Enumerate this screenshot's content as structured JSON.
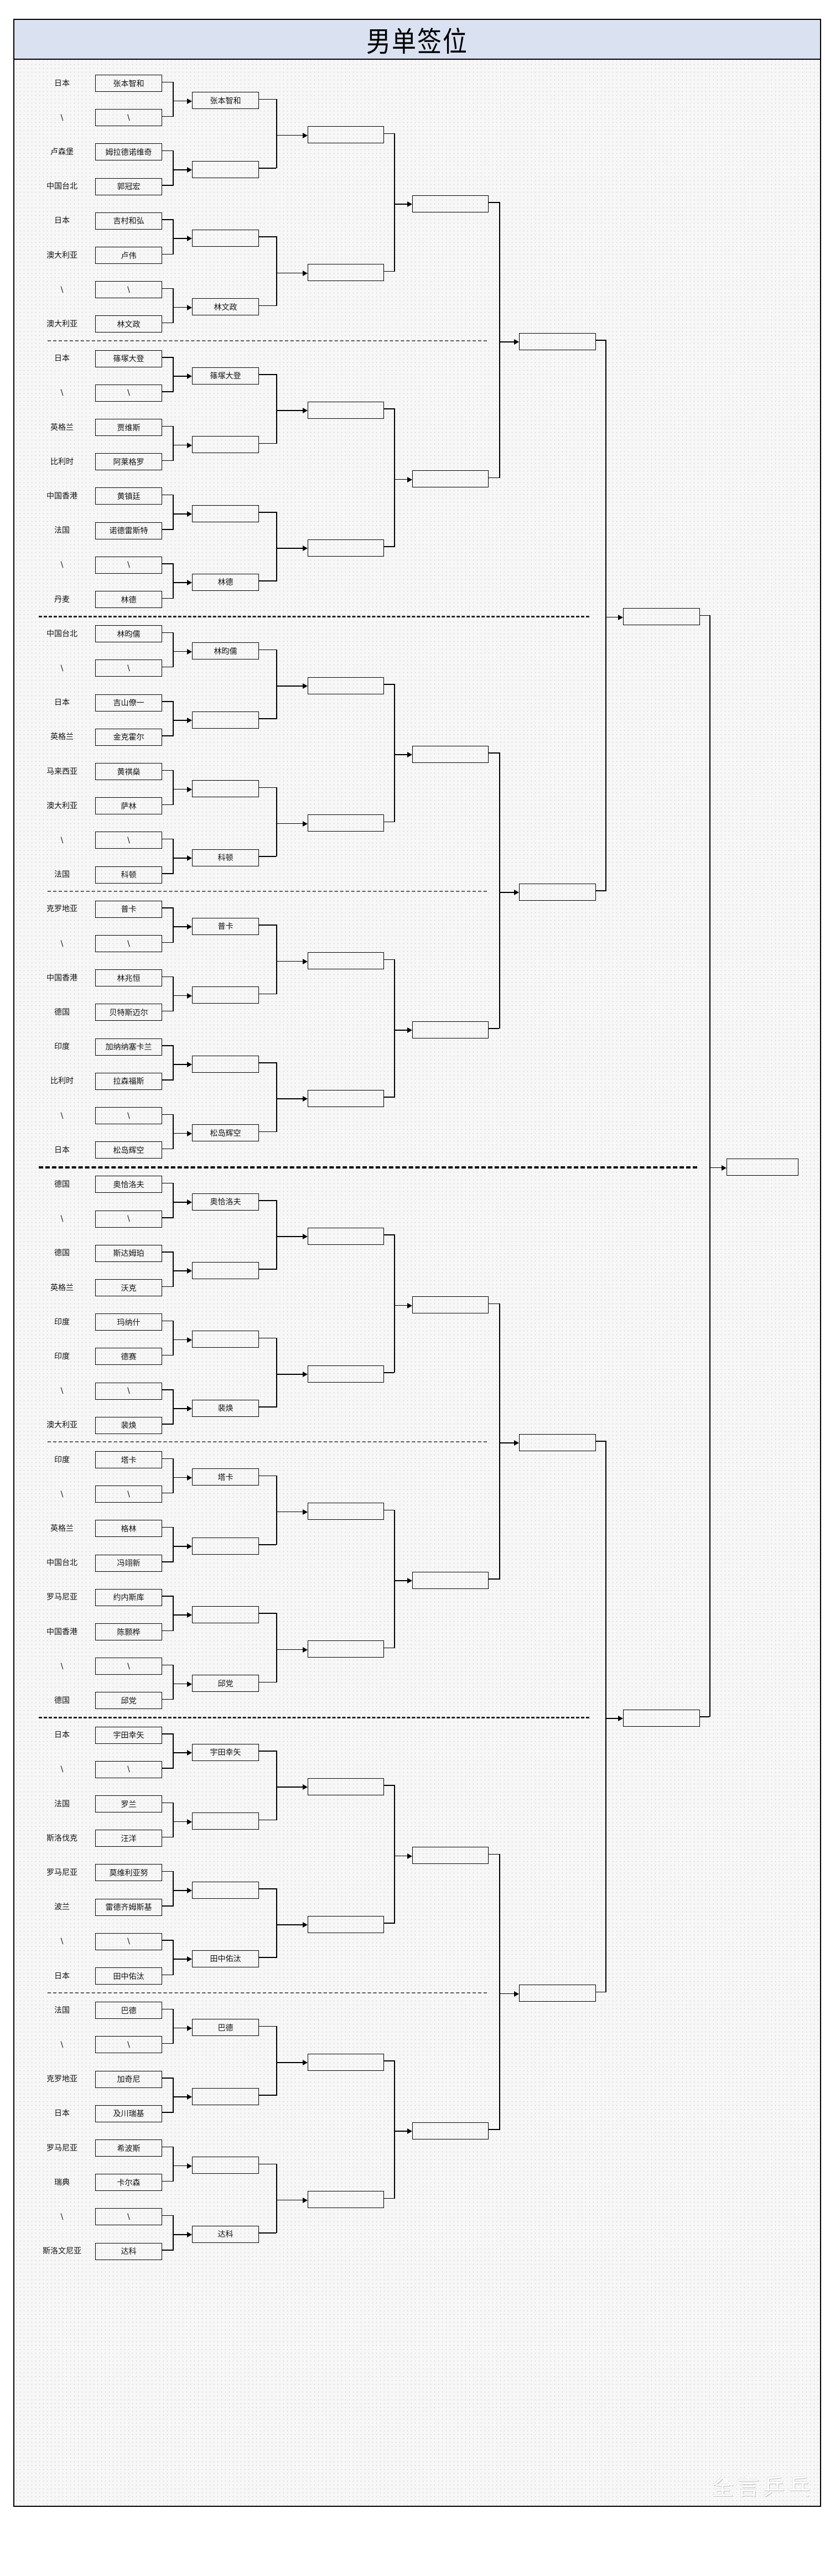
{
  "title": "男单签位",
  "watermark": "全言乒乓",
  "bye_mark": "\\",
  "rounds": {
    "r1": [
      {
        "country": "日本",
        "player": "张本智和"
      },
      {
        "country": "\\",
        "player": "\\"
      },
      {
        "country": "卢森堡",
        "player": "姆拉德诺维奇"
      },
      {
        "country": "中国台北",
        "player": "郭冠宏"
      },
      {
        "country": "日本",
        "player": "吉村和弘"
      },
      {
        "country": "澳大利亚",
        "player": "卢伟"
      },
      {
        "country": "\\",
        "player": "\\"
      },
      {
        "country": "澳大利亚",
        "player": "林文政"
      },
      {
        "country": "日本",
        "player": "篠塚大登"
      },
      {
        "country": "\\",
        "player": "\\"
      },
      {
        "country": "英格兰",
        "player": "贾维斯"
      },
      {
        "country": "比利时",
        "player": "阿莱格罗"
      },
      {
        "country": "中国香港",
        "player": "黄镇廷"
      },
      {
        "country": "法国",
        "player": "诺德雷斯特"
      },
      {
        "country": "\\",
        "player": "\\"
      },
      {
        "country": "丹麦",
        "player": "林德"
      },
      {
        "country": "中国台北",
        "player": "林昀儒"
      },
      {
        "country": "\\",
        "player": "\\"
      },
      {
        "country": "日本",
        "player": "吉山僚一"
      },
      {
        "country": "英格兰",
        "player": "金克霍尔"
      },
      {
        "country": "马来西亚",
        "player": "黄祺燊"
      },
      {
        "country": "澳大利亚",
        "player": "萨林"
      },
      {
        "country": "\\",
        "player": "\\"
      },
      {
        "country": "法国",
        "player": "科顿"
      },
      {
        "country": "克罗地亚",
        "player": "普卡"
      },
      {
        "country": "\\",
        "player": "\\"
      },
      {
        "country": "中国香港",
        "player": "林兆恒"
      },
      {
        "country": "德国",
        "player": "贝特斯迈尔"
      },
      {
        "country": "印度",
        "player": "加纳纳塞卡兰"
      },
      {
        "country": "比利时",
        "player": "拉森福斯"
      },
      {
        "country": "\\",
        "player": "\\"
      },
      {
        "country": "日本",
        "player": "松岛辉空"
      },
      {
        "country": "德国",
        "player": "奥恰洛夫"
      },
      {
        "country": "\\",
        "player": "\\"
      },
      {
        "country": "德国",
        "player": "斯达姆珀"
      },
      {
        "country": "英格兰",
        "player": "沃克"
      },
      {
        "country": "印度",
        "player": "玛纳什"
      },
      {
        "country": "印度",
        "player": "德赛"
      },
      {
        "country": "\\",
        "player": "\\"
      },
      {
        "country": "澳大利亚",
        "player": "裴焕"
      },
      {
        "country": "印度",
        "player": "塔卡"
      },
      {
        "country": "\\",
        "player": "\\"
      },
      {
        "country": "英格兰",
        "player": "格林"
      },
      {
        "country": "中国台北",
        "player": "冯翊新"
      },
      {
        "country": "罗马尼亚",
        "player": "约内斯库"
      },
      {
        "country": "中国香港",
        "player": "陈颢桦"
      },
      {
        "country": "\\",
        "player": "\\"
      },
      {
        "country": "德国",
        "player": "邱党"
      },
      {
        "country": "日本",
        "player": "宇田幸矢"
      },
      {
        "country": "\\",
        "player": "\\"
      },
      {
        "country": "法国",
        "player": "罗兰"
      },
      {
        "country": "斯洛伐克",
        "player": "汪洋"
      },
      {
        "country": "罗马尼亚",
        "player": "莫维利亚努"
      },
      {
        "country": "波兰",
        "player": "雷德齐姆斯基"
      },
      {
        "country": "\\",
        "player": "\\"
      },
      {
        "country": "日本",
        "player": "田中佑汰"
      },
      {
        "country": "法国",
        "player": "巴德"
      },
      {
        "country": "\\",
        "player": "\\"
      },
      {
        "country": "克罗地亚",
        "player": "加奇尼"
      },
      {
        "country": "日本",
        "player": "及川瑞基"
      },
      {
        "country": "罗马尼亚",
        "player": "希波斯"
      },
      {
        "country": "瑞典",
        "player": "卡尔森"
      },
      {
        "country": "\\",
        "player": "\\"
      },
      {
        "country": "斯洛文尼亚",
        "player": "达科"
      }
    ],
    "r2": [
      "张本智和",
      "",
      "",
      "林文政",
      "篠塚大登",
      "",
      "",
      "林德",
      "林昀儒",
      "",
      "",
      "科顿",
      "普卡",
      "",
      "",
      "松岛辉空",
      "奥恰洛夫",
      "",
      "",
      "裴焕",
      "塔卡",
      "",
      "",
      "邱党",
      "宇田幸矢",
      "",
      "",
      "田中佑汰",
      "巴德",
      "",
      "",
      "达科"
    ],
    "r3": [
      "",
      "",
      "",
      "",
      "",
      "",
      "",
      "",
      "",
      "",
      "",
      "",
      "",
      "",
      "",
      ""
    ],
    "r4": [
      "",
      "",
      "",
      "",
      "",
      "",
      "",
      ""
    ],
    "qf": [
      "",
      "",
      "",
      ""
    ],
    "sf": [
      "",
      ""
    ],
    "final": [
      ""
    ]
  }
}
